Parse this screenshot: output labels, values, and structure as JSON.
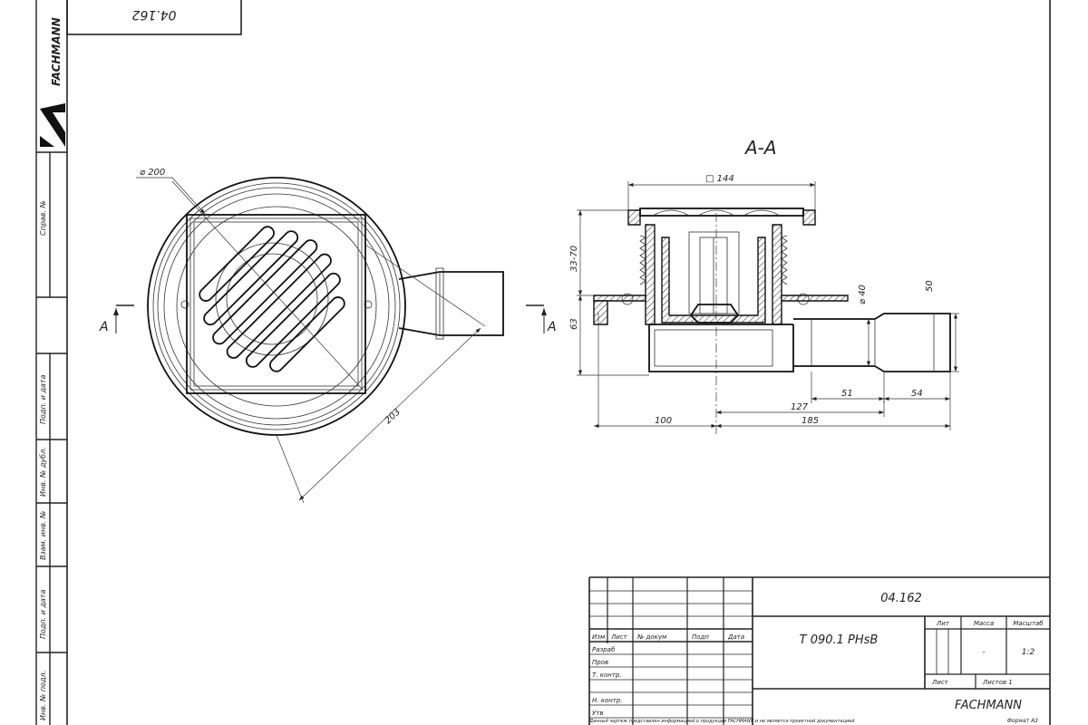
{
  "sheet": {
    "code_top": "04.162",
    "brand_vertical": "FACHMANN",
    "left_strip": [
      "Справ. №",
      "Подп. и дата",
      "Инв. № дубл.",
      "Взам. инв. №",
      "Подп. и дата",
      "Инв. № подл."
    ]
  },
  "view_plan": {
    "diameter_label": "⌀ 200",
    "diag_label": "203",
    "section_left": "A",
    "section_right": "A"
  },
  "view_section": {
    "title": "A-A",
    "dims": {
      "top": "□ 144",
      "h1": "33-70",
      "h2": "63",
      "d40": "⌀ 40",
      "d50": "50",
      "w51": "51",
      "w54": "54",
      "w127": "127",
      "w100": "100",
      "w185": "185"
    }
  },
  "title_block": {
    "doc_code": "04.162",
    "product": "T 090.1 PHsB",
    "col_headers": [
      "Изм",
      "Лист",
      "№ докум",
      "Подп",
      "Дата"
    ],
    "rows": [
      "Разраб",
      "Пров",
      "Т. контр.",
      "",
      "Н. контр.",
      "Утв"
    ],
    "lit_label": "Лит",
    "mass_label": "Масса",
    "scale_label": "Масштаб",
    "mass_value": "-",
    "scale_value": "1:2",
    "sheet_label": "Лист",
    "sheets_label": "Листов 1",
    "company": "FACHMANN"
  },
  "footer": {
    "note": "Данный чертеж представлен информацией о продукции FACHMANN и не является проектной документацией",
    "format": "Формат А3"
  }
}
